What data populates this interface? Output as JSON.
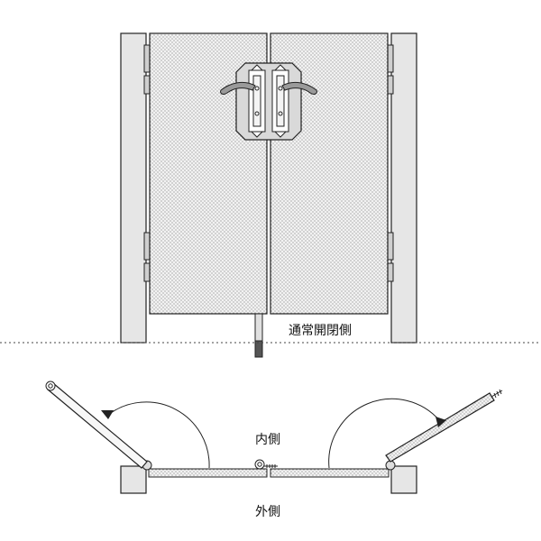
{
  "labels": {
    "normal_open_side": "通常開閉側",
    "inside": "内側",
    "outside": "外側"
  },
  "colors": {
    "line": "#222222",
    "post_fill": "#e6e6e6",
    "panel_fill": "#f2f2f2",
    "dot": "#555555",
    "handle_plate": "#d9d9d9"
  }
}
